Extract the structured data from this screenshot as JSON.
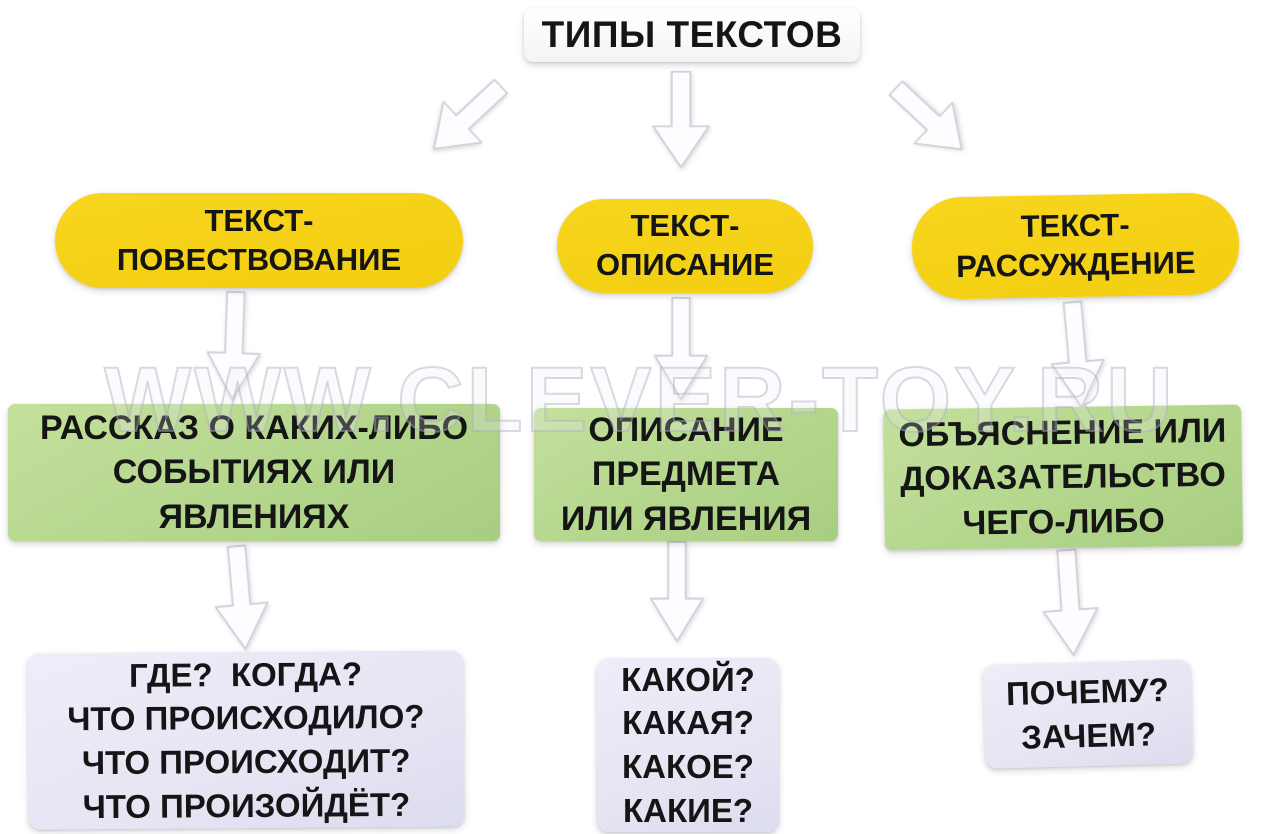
{
  "title": "ТИПЫ ТЕКСТОВ",
  "watermark": "WWW.CLEVER-TOY.RU",
  "colors": {
    "yellow": "#f7d61e",
    "green": "#b3d68c",
    "lavender": "#e5e5f3"
  },
  "columns": [
    {
      "id": "narration",
      "type": "ТЕКСТ-\nПОВЕСТВОВАНИЕ",
      "definition": "РАССКАЗ О КАКИХ-ЛИБО\nСОБЫТИЯХ ИЛИ\nЯВЛЕНИЯХ",
      "questions": "ГДЕ?  КОГДА?\nЧТО ПРОИСХОДИЛО?\nЧТО ПРОИСХОДИТ?\nЧТО ПРОИЗОЙДЁТ?"
    },
    {
      "id": "description",
      "type": "ТЕКСТ-\nОПИСАНИЕ",
      "definition": "ОПИСАНИЕ\nПРЕДМЕТА\nИЛИ ЯВЛЕНИЯ",
      "questions": "КАКОЙ?\nКАКАЯ?\nКАКОЕ?\nКАКИЕ?"
    },
    {
      "id": "reasoning",
      "type": "ТЕКСТ-\nРАССУЖДЕНИЕ",
      "definition": "ОБЪЯСНЕНИЕ ИЛИ\nДОКАЗАТЕЛЬСТВО\nЧЕГО-ЛИБО",
      "questions": "ПОЧЕМУ?\nЗАЧЕМ?"
    }
  ]
}
